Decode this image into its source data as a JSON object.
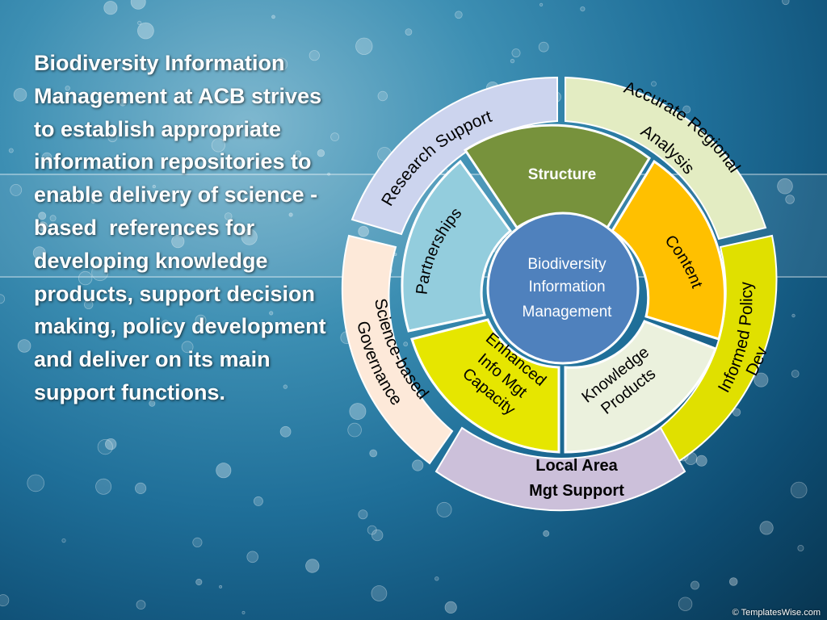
{
  "body_text": "Biodiversity Information Management at ACB strives to establish appropriate information repositories to enable delivery of science - based  references for developing knowledge products, support decision making, policy development and deliver on its main support functions.",
  "diagram": {
    "center_lines": [
      "Biodiversity",
      "Information",
      "Management"
    ],
    "inner": {
      "structure": "Structure",
      "content": "Content",
      "knowledge_products": [
        "Knowledge",
        "Products"
      ],
      "enhanced": [
        "Enhanced",
        "Info Mgt",
        "Capacity"
      ],
      "partnerships": "Partnerships"
    },
    "outer": {
      "research_support": "Research Support",
      "accurate_regional": [
        "Accurate Regional",
        "Analysis"
      ],
      "informed_policy": [
        "Informed Policy",
        "Dev"
      ],
      "local_area": [
        "Local Area",
        "Mgt Support"
      ],
      "science_based": [
        "Science-based",
        "Governance"
      ]
    }
  },
  "credit": "© TemplatesWise.com",
  "colors": {
    "center": "#4f81bd",
    "structure": "#77923c",
    "content": "#ffc000",
    "knowledge_products": "#ebf1dd",
    "enhanced": "#e6e600",
    "partnerships": "#93cddd",
    "research_support": "#ccd4ee",
    "accurate_regional": "#e3ecc2",
    "informed_policy": "#e0e000",
    "local_area": "#ccc0da",
    "science_based": "#fde9d9"
  }
}
